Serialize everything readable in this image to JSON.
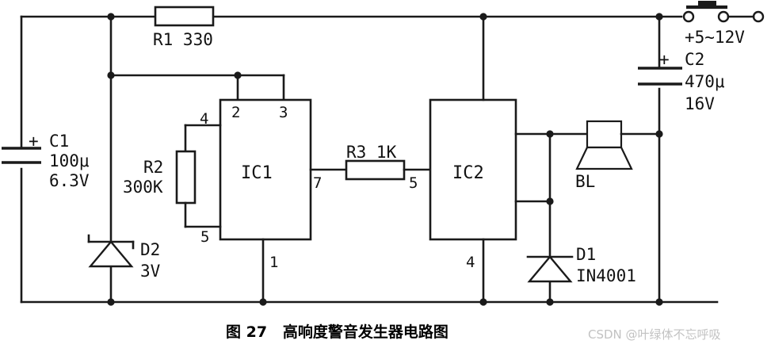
{
  "figure": {
    "caption": "图 27   高响度警音发生器电路图",
    "watermark": "CSDN @叶绿体不忘呼吸",
    "line_color": "#1a1a1a",
    "background": "#ffffff"
  },
  "components": {
    "r1": {
      "ref": "R1 330",
      "name": "R1",
      "value": "330"
    },
    "r2": {
      "ref_line1": "R2",
      "ref_line2": "300K",
      "name": "R2",
      "value": "300K"
    },
    "r3": {
      "ref": "R3 1K",
      "name": "R3",
      "value": "1K"
    },
    "c1": {
      "polarity": "+",
      "ref": "C1",
      "value": "100μ",
      "rating": "6.3V"
    },
    "c2": {
      "polarity": "+",
      "ref": "C2",
      "value": "470μ",
      "rating": "16V"
    },
    "d1": {
      "ref": "D1",
      "part": "IN4001"
    },
    "d2": {
      "ref": "D2",
      "value": "3V"
    },
    "ic1": {
      "ref": "IC1"
    },
    "ic2": {
      "ref": "IC2"
    },
    "bl": {
      "ref": "BL"
    },
    "supply": {
      "label": "+5~12V"
    }
  },
  "pins": {
    "ic1_pin4": "4",
    "ic1_pin2": "2",
    "ic1_pin3": "3",
    "ic1_pin7": "7",
    "ic1_pin5": "5",
    "ic1_pin1": "1",
    "ic2_pin5": "5",
    "ic2_pin4": "4"
  }
}
